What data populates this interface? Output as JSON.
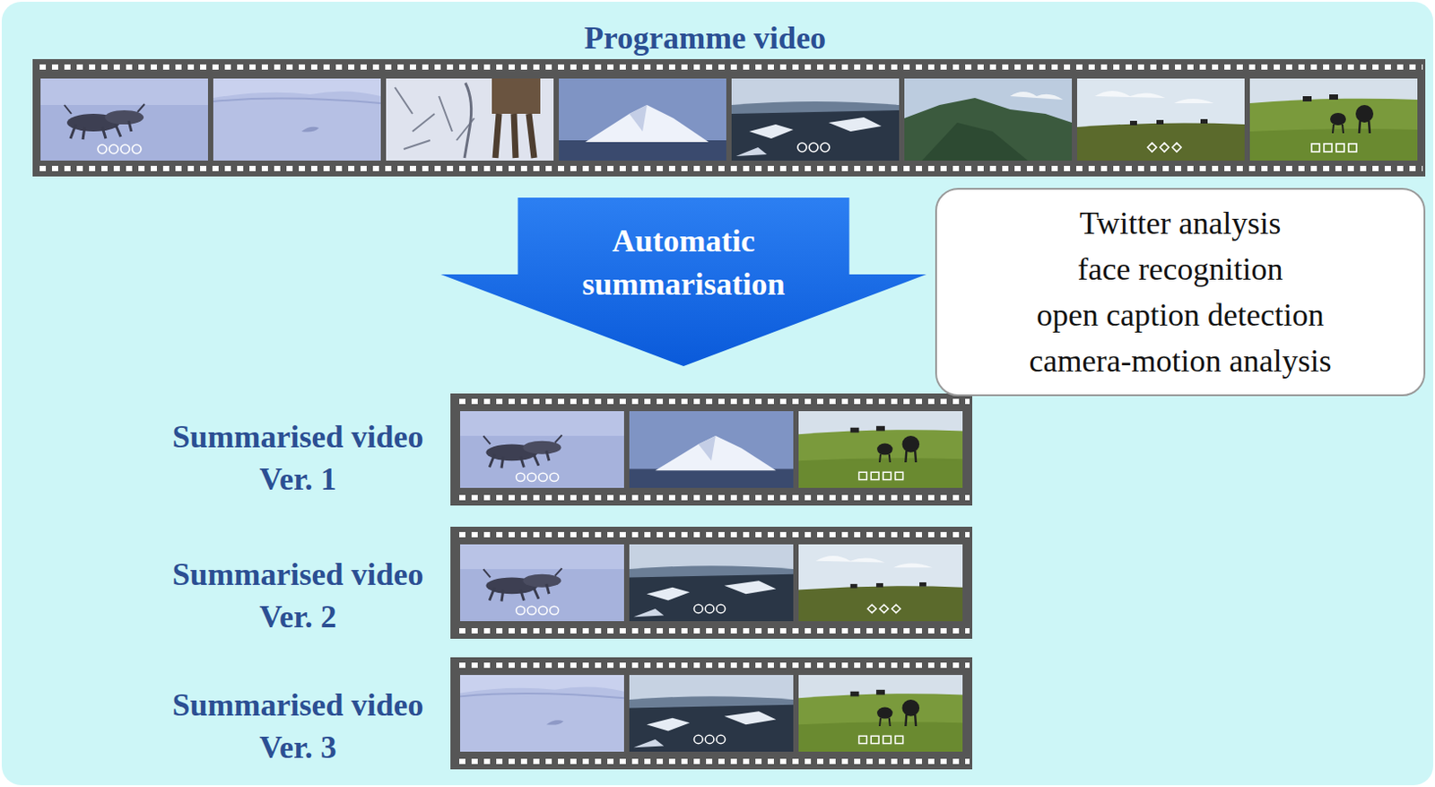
{
  "diagram": {
    "nodes": [
      {
        "text": [
          "Automatic summarisation"
        ]
      },
      {
        "text": [
          "Twitter analysis",
          "face recognition",
          "open caption detection",
          "camera-motion analysis"
        ]
      }
    ],
    "labels": [
      "Programme video",
      "Summarised video Ver. 1",
      "Summarised video Ver. 2",
      "Summarised video Ver. 3"
    ]
  }
}
